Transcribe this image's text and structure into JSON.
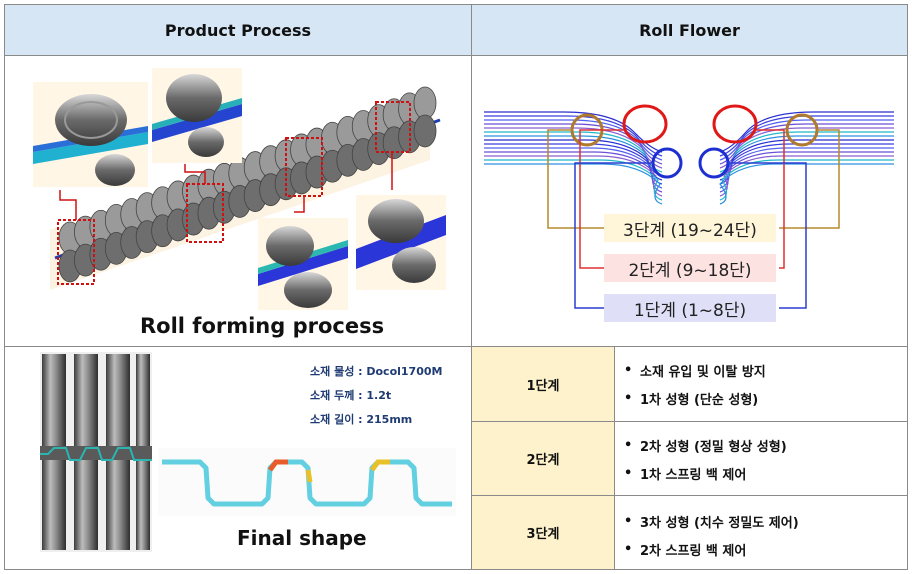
{
  "headers": {
    "left": "Product Process",
    "right": "Roll Flower"
  },
  "process": {
    "caption": "Roll forming process"
  },
  "roll_flower": {
    "stages": [
      {
        "label": "3단계 (19~24단)",
        "color": "#b58a2e",
        "fill": "#fff6da"
      },
      {
        "label": "2단계 (9~18단)",
        "color": "#e03030",
        "fill": "#fde2e2"
      },
      {
        "label": "1단계 (1~8단)",
        "color": "#2a3fd0",
        "fill": "#dfe0f7"
      }
    ]
  },
  "final_shape": {
    "caption": "Final shape",
    "specs": [
      "소재 물성 : Docol1700M",
      "소재 두께 : 1.2t",
      "소재 길이 : 215mm"
    ]
  },
  "stage_table": [
    {
      "stage": "1단계",
      "items": [
        "소재 유입 및 이탈 방지",
        "1차 성형 (단순 성형)"
      ]
    },
    {
      "stage": "2단계",
      "items": [
        "2차 성형 (정밀 형상 성형)",
        "1차 스프링 백 제어"
      ]
    },
    {
      "stage": "3단계",
      "items": [
        "3차 성형 (치수 정밀도 제어)",
        "2차 스프링 백 제어"
      ]
    }
  ],
  "bullet_char": "•"
}
